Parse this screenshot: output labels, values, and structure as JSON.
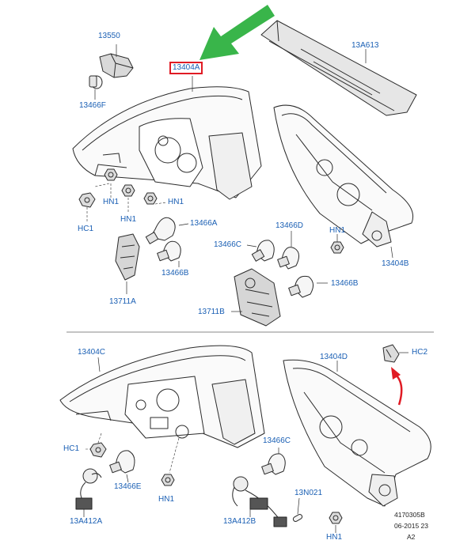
{
  "colors": {
    "label": "#1a5fb4",
    "line": "#2b2b2b",
    "highlight": "#e01b24",
    "pointer_arrow": "#39b54a",
    "curved_arrow": "#e01b24"
  },
  "labels": {
    "p13550": "13550",
    "p13466F": "13466F",
    "p13404A": "13404A",
    "p13A613": "13A613",
    "hn1_a": "HN1",
    "hn1_b": "HN1",
    "hn1_c": "HN1",
    "hc1_top": "HC1",
    "p13466A": "13466A",
    "p13466B_left": "13466B",
    "p13711A": "13711A",
    "p13466D": "13466D",
    "hn1_right": "HN1",
    "p13466C_top": "13466C",
    "p13404B": "13404B",
    "p13466B_right": "13466B",
    "p13711B": "13711B",
    "p13404C": "13404C",
    "p13404D": "13404D",
    "hc2": "HC2",
    "hc1_bottom": "HC1",
    "p13466E": "13466E",
    "hn1_bottom_left": "HN1",
    "p13466C_bottom": "13466C",
    "p13N021": "13N021",
    "p13A412A": "13A412A",
    "p13A412B": "13A412B",
    "hn1_bottom_right": "HN1"
  },
  "footer": {
    "line1": "4170305B",
    "line2": "06-2015 23",
    "line3": "A2"
  }
}
